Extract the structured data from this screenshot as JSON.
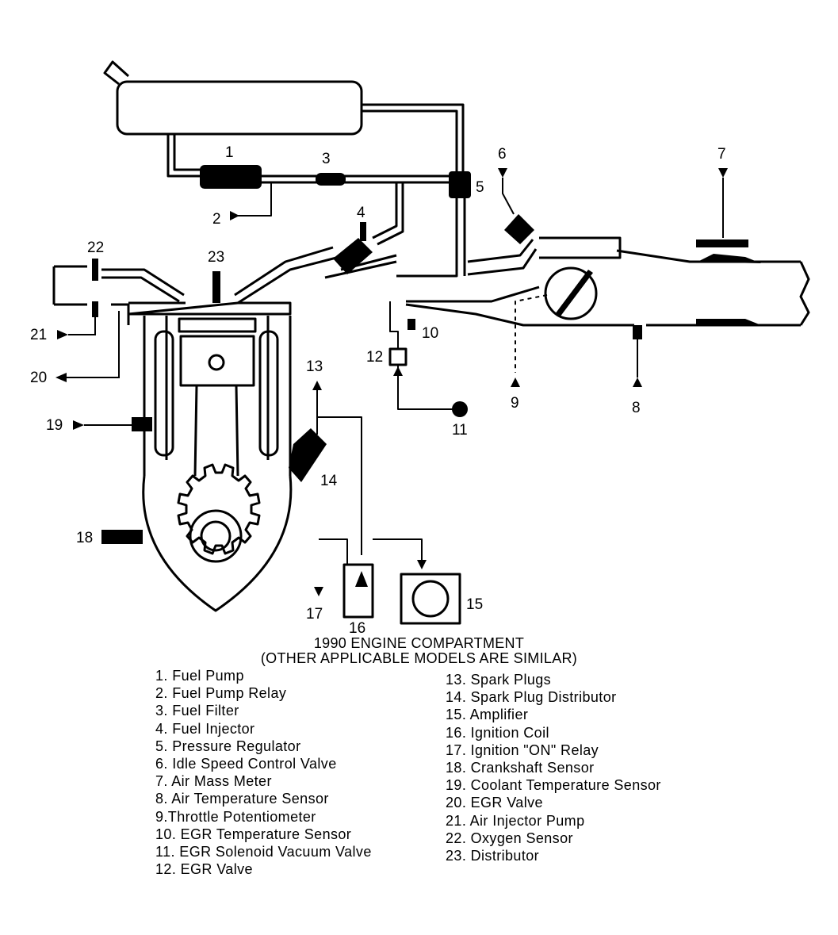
{
  "caption": {
    "line1": "1990 ENGINE COMPARTMENT",
    "line2": "(OTHER APPLICABLE MODELS ARE SIMILAR)"
  },
  "callouts": [
    "1",
    "2",
    "3",
    "4",
    "5",
    "6",
    "7",
    "8",
    "9",
    "10",
    "11",
    "12",
    "13",
    "14",
    "15",
    "16",
    "17",
    "18",
    "19",
    "20",
    "21",
    "22",
    "23"
  ],
  "legend_left": [
    "1. Fuel Pump",
    "2. Fuel Pump Relay",
    "3. Fuel Filter",
    "4. Fuel Injector",
    "5. Pressure Regulator",
    "6. Idle Speed Control Valve",
    "7. Air Mass Meter",
    "8. Air Temperature Sensor",
    "9.Throttle Potentiometer",
    "10. EGR Temperature Sensor",
    "11. EGR Solenoid Vacuum Valve",
    "12. EGR Valve"
  ],
  "legend_right": [
    "13. Spark Plugs",
    "14. Spark Plug Distributor",
    "15. Amplifier",
    "16. Ignition Coil",
    "17. Ignition \"ON\" Relay",
    "18. Crankshaft Sensor",
    "19. Coolant Temperature Sensor",
    "20. EGR Valve",
    "21. Air Injector Pump",
    "22. Oxygen Sensor",
    "23. Distributor"
  ]
}
